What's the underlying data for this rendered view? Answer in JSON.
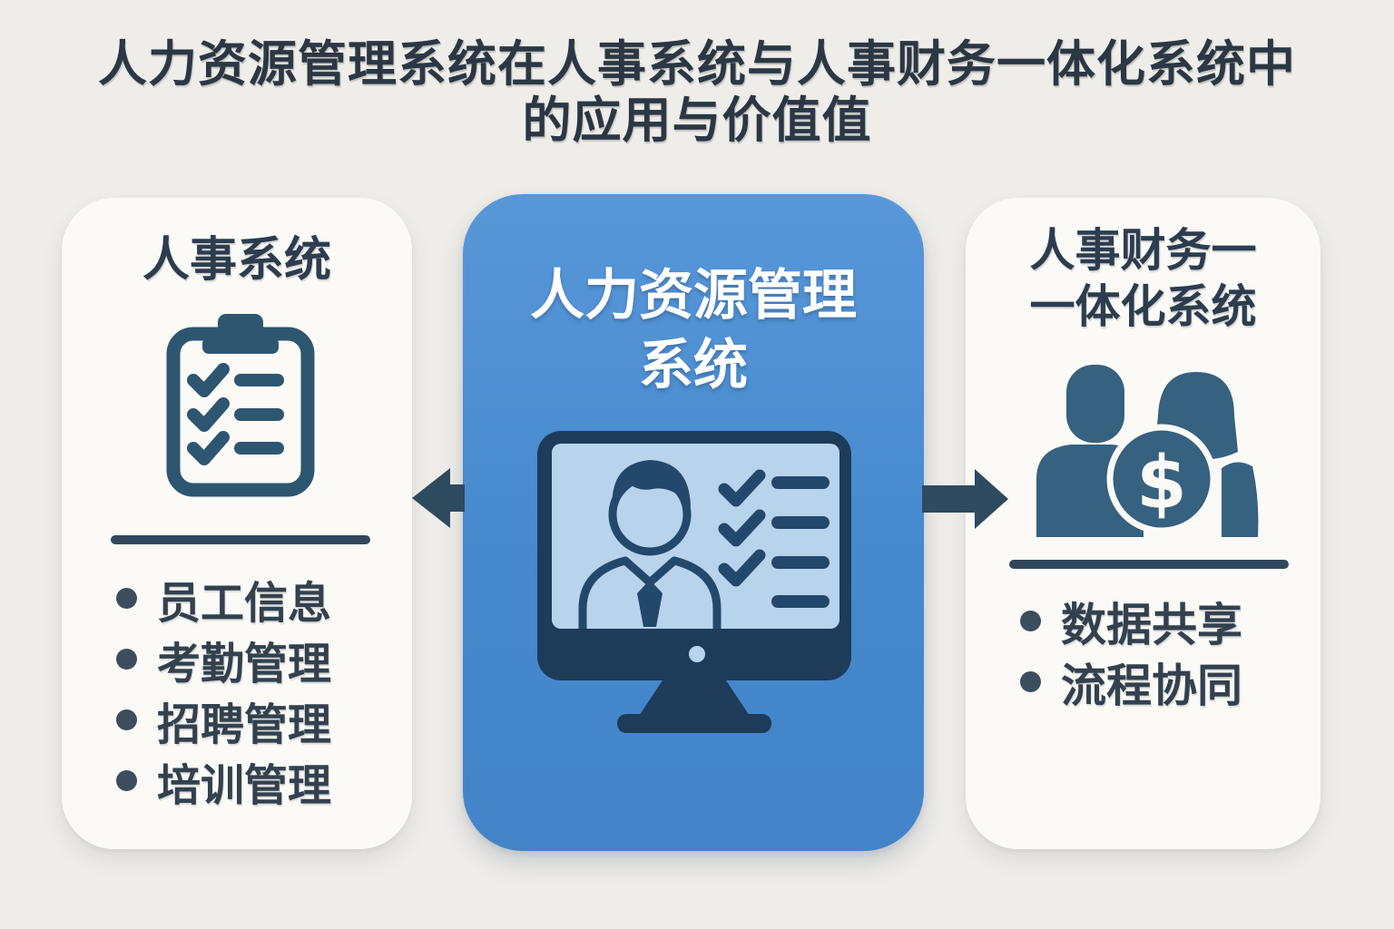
{
  "title": {
    "line1": "人力资源管理系统在人事系统与人事财务一体化系统中",
    "line2": "的应用与价值值"
  },
  "left_card": {
    "title": "人事系统",
    "icon": "clipboard-checklist-icon",
    "items": [
      "员工信息",
      "考勤管理",
      "招聘管理",
      "培训管理"
    ]
  },
  "center_card": {
    "title_line1": "人力资源管理",
    "title_line2": "系统",
    "icon": "monitor-person-checklist-icon"
  },
  "right_card": {
    "title_line1": "人事财务一",
    "title_line2": "一体化系统",
    "icon": "people-dollar-icon",
    "coin_symbol": "$",
    "items": [
      "数据共享",
      "流程协同"
    ]
  },
  "colors": {
    "background": "#efede9",
    "card_background": "#fbfaf7",
    "accent_blue": "#4a8bd0",
    "title_navy": "#2b3744",
    "icon_slate": "#2e5671",
    "people_slate": "#36617f",
    "monitor_dark": "#1e3c59",
    "screen_light_blue": "#b8d3ec",
    "arrow_divider": "#2e4a5f"
  }
}
